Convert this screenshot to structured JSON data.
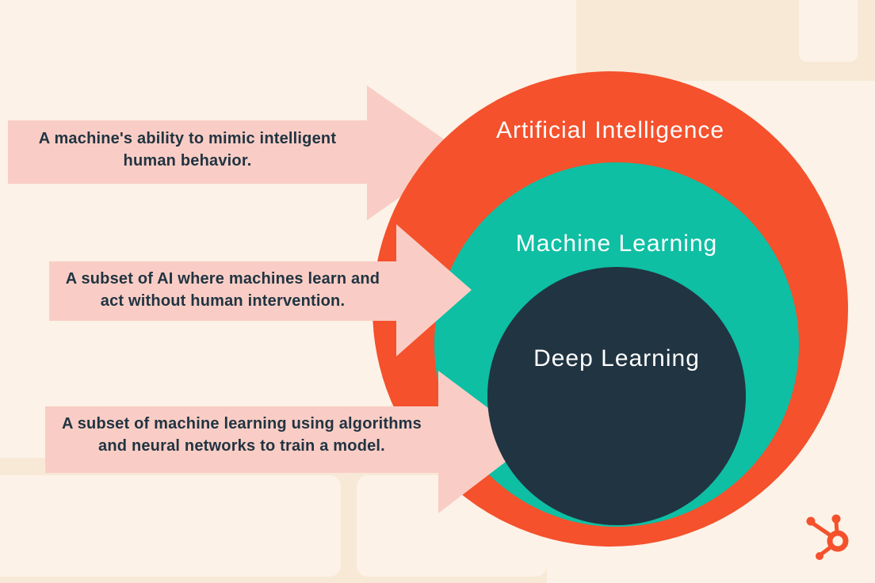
{
  "diagram": {
    "type": "nested-circles",
    "rings": [
      {
        "label": "Artificial Intelligence",
        "color": "#F4512C",
        "text_color": "#FFFFFF"
      },
      {
        "label": "Machine Learning",
        "color": "#0EBFA3",
        "text_color": "#FFFFFF"
      },
      {
        "label": "Deep Learning",
        "color": "#213442",
        "text_color": "#FFFFFF"
      }
    ],
    "callouts": [
      {
        "target": "Artificial Intelligence",
        "lines": [
          "A machine's ability to mimic intelligent",
          "human behavior."
        ]
      },
      {
        "target": "Machine Learning",
        "lines": [
          "A subset of AI where machines learn and",
          "act without human intervention."
        ]
      },
      {
        "target": "Deep Learning",
        "lines": [
          "A subset of machine learning using algorithms",
          "and neural networks to train a model."
        ]
      }
    ],
    "colors": {
      "background": "#FCF2E7",
      "background_tile": "#F8E9D6",
      "arrow_fill": "#F9CDC5",
      "callout_text": "#213442",
      "accent_orange": "#F4512C",
      "accent_teal": "#0EBFA3",
      "accent_navy": "#213442"
    }
  },
  "branding": {
    "logo": "hubspot-sprocket-icon",
    "logo_color": "#F4512C"
  }
}
